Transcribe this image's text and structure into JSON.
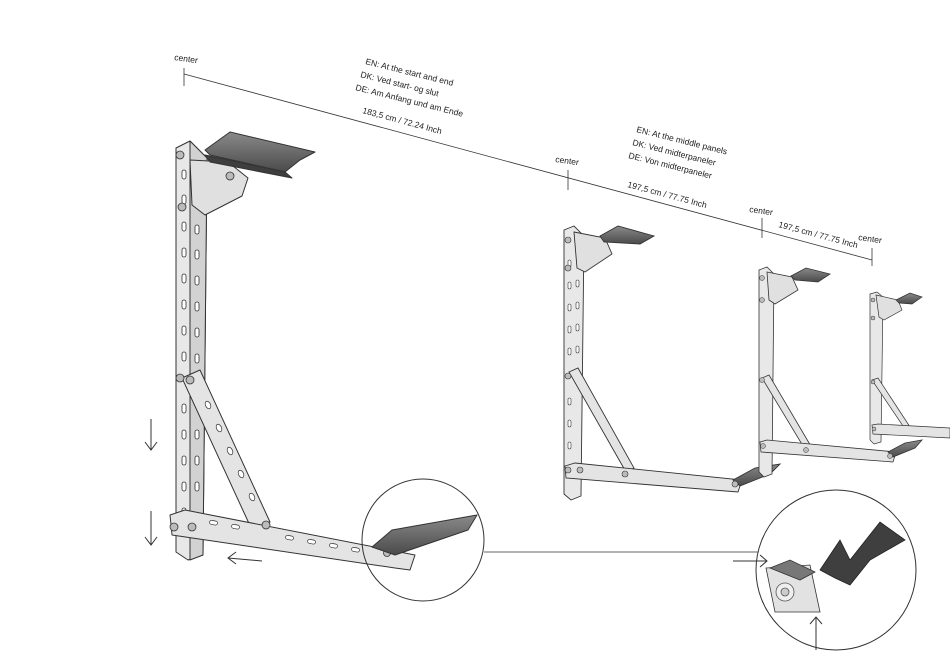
{
  "labels": {
    "center": "center",
    "start_end": {
      "en": "EN: At the start and end",
      "dk": "DK: Ved start- og slut",
      "de": "DE: Am Anfang und am Ende"
    },
    "middle": {
      "en": "EN: At the middle panels",
      "dk": "DK: Ved midterpaneler",
      "de": "DE: Von midterpaneler"
    },
    "dim_start": "183,5 cm / 72.24 Inch",
    "dim_middle_1": "197,5 cm / 77.75 Inch",
    "dim_middle_2": "197,5 cm / 77.75 Inch"
  },
  "colors": {
    "line": "#333333",
    "metal_light": "#e6e6e6",
    "metal_mid": "#cfcfcf",
    "rail_dark": "#5a5a5a"
  }
}
